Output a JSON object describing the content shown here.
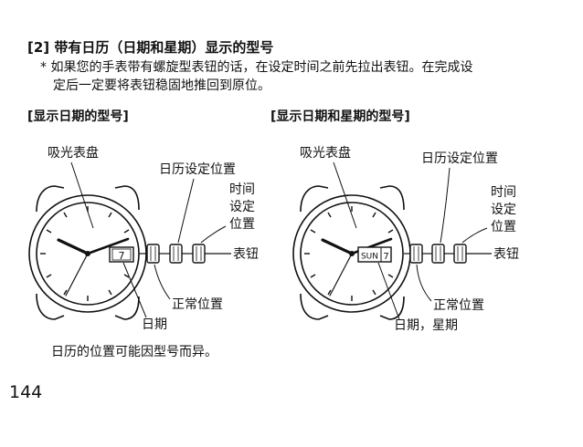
{
  "section": {
    "heading": "[2] 带有日历（日期和星期）显示的型号",
    "note_line1": "* 如果您的手表带有螺旋型表钮的话，在设定时间之前先拉出表钮。在完成设",
    "note_line2": "定后一定要将表钮稳固地推回到原位。"
  },
  "left_diagram": {
    "title": "[显示日期的型号]",
    "label_dial": "吸光表盘",
    "label_calendar_pos": "日历设定位置",
    "label_time_1": "时间",
    "label_time_2": "设定",
    "label_time_3": "位置",
    "label_crown": "表钮",
    "label_normal": "正常位置",
    "label_date": "日期",
    "date_window": "7"
  },
  "right_diagram": {
    "title": "[显示日期和星期的型号]",
    "label_dial": "吸光表盘",
    "label_calendar_pos": "日历设定位置",
    "label_time_1": "时间",
    "label_time_2": "设定",
    "label_time_3": "位置",
    "label_crown": "表钮",
    "label_normal": "正常位置",
    "label_daydate": "日期，星期",
    "day_window": "SUN",
    "date_window": "7"
  },
  "footer_note": "日历的位置可能因型号而异。",
  "page_number": "144"
}
